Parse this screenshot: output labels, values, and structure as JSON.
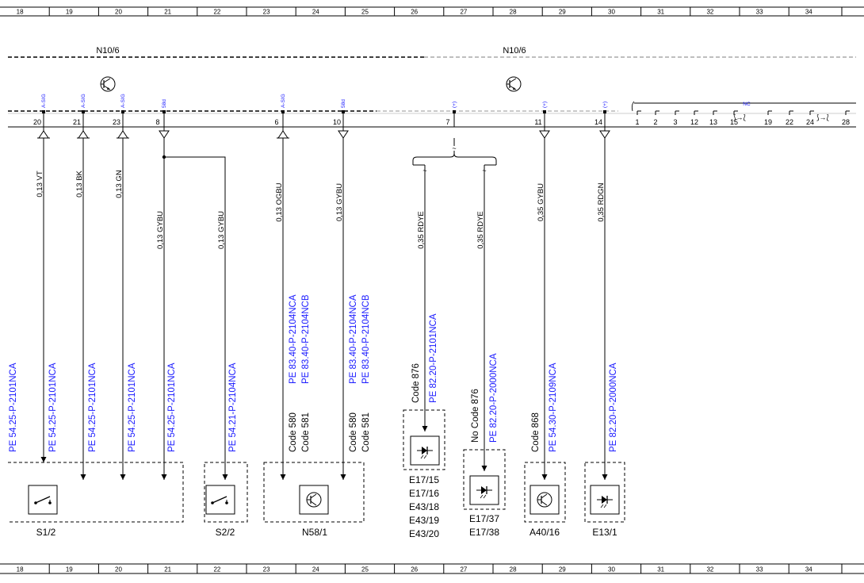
{
  "ruler": {
    "numbers": [
      "18",
      "19",
      "20",
      "21",
      "22",
      "23",
      "24",
      "25",
      "26",
      "27",
      "28",
      "29",
      "30",
      "31",
      "32",
      "33",
      "34"
    ]
  },
  "modules": {
    "left_label": "N10/6",
    "right_label": "N10/6"
  },
  "connector_pins": [
    {
      "num": "20",
      "sig": "A-SIG"
    },
    {
      "num": "21",
      "sig": "A-SIG"
    },
    {
      "num": "23",
      "sig": "A-SIG"
    },
    {
      "num": "8",
      "sig": "58d"
    },
    {
      "num": "6",
      "sig": "A-SIG"
    },
    {
      "num": "10",
      "sig": "58d"
    },
    {
      "num": "7",
      "sig": "(+)"
    },
    {
      "num": "11",
      "sig": "(+)"
    },
    {
      "num": "14",
      "sig": "(+)"
    }
  ],
  "nc_connector": {
    "label": "NC",
    "pins": [
      "1",
      "2",
      "3",
      "12",
      "13",
      "15",
      "19",
      "22",
      "24",
      "28"
    ],
    "highlight": "15"
  },
  "wires": [
    {
      "label": "0,13 VT"
    },
    {
      "label": "0,13 BK"
    },
    {
      "label": "0,13 GN"
    },
    {
      "label": "0,13 GYBU"
    },
    {
      "label": "0,13 GYBU"
    },
    {
      "label": "0,13 OGBU"
    },
    {
      "label": "0,13 GYBU"
    },
    {
      "label": "0,35 RDYE"
    },
    {
      "label": "0,35 RDYE"
    },
    {
      "label": "0,35 GYBU"
    },
    {
      "label": "0,35 RDGN"
    }
  ],
  "references": [
    {
      "text": "PE 54.25-P-2101NCA"
    },
    {
      "text": "PE 54.25-P-2101NCA"
    },
    {
      "text": "PE 54.25-P-2101NCA"
    },
    {
      "text": "PE 54.25-P-2101NCA"
    },
    {
      "text": "PE 54.25-P-2101NCA"
    },
    {
      "text": "PE 54.21-P-2104NCA"
    },
    {
      "text": "PE 83.40-P-2104NCA"
    },
    {
      "text": "PE 83.40-P-2104NCB"
    },
    {
      "text": "PE 83.40-P-2104NCA"
    },
    {
      "text": "PE 83.40-P-2104NCB"
    },
    {
      "text": "PE 82.20-P-2101NCA"
    },
    {
      "text": "PE 82.20-P-2000NCA"
    },
    {
      "text": "PE 54.30-P-2109NCA"
    },
    {
      "text": "PE 82.20-P-2000NCA"
    }
  ],
  "codes": [
    {
      "text": "Code 580"
    },
    {
      "text": "Code 581"
    },
    {
      "text": "Code 580"
    },
    {
      "text": "Code 581"
    },
    {
      "text": "Code 876"
    },
    {
      "text": "No Code 876"
    },
    {
      "text": "Code 868"
    }
  ],
  "components": {
    "s1_2": "S1/2",
    "s2_2": "S2/2",
    "n58_1": "N58/1",
    "e17_group": [
      "E17/15",
      "E17/16",
      "E43/18",
      "E43/19",
      "E43/20"
    ],
    "e17_37_group": [
      "E17/37",
      "E17/38"
    ],
    "a40_16": "A40/16",
    "e13_1": "E13/1"
  }
}
